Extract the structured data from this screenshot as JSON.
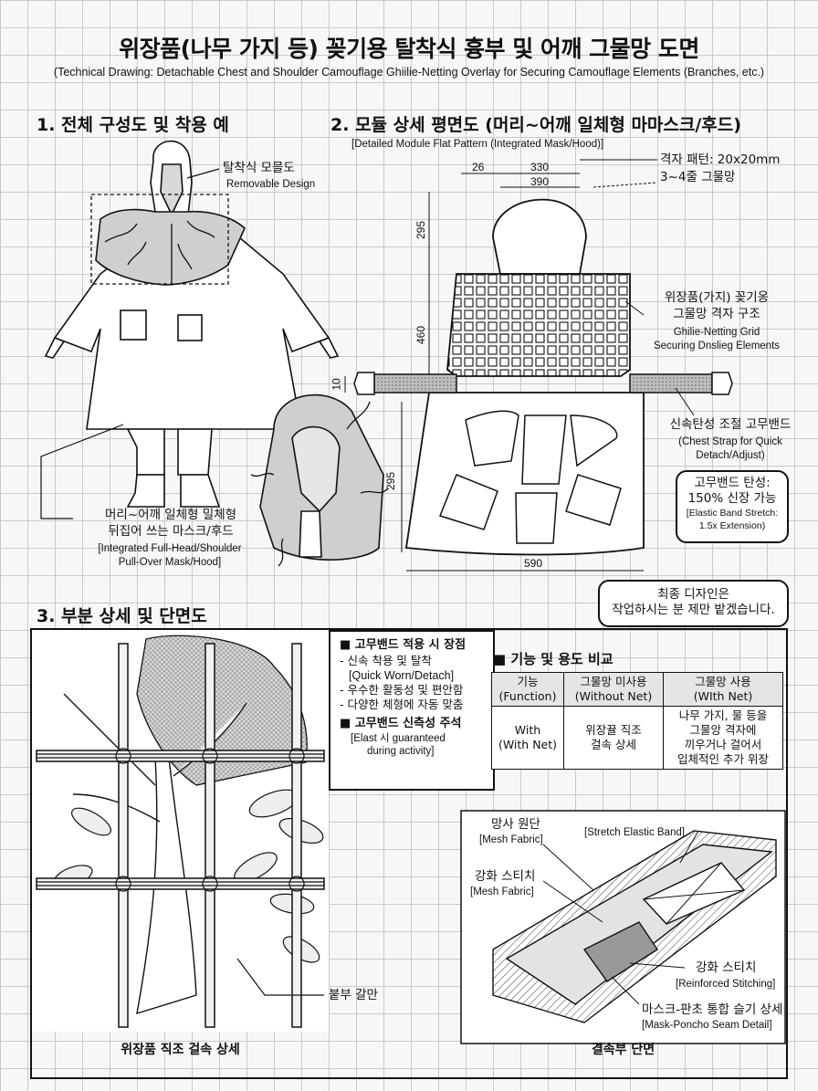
{
  "title": "위장품(나무 가지 등) 꽂기용 탈착식 흉부 및 어깨 그물망 도면",
  "subtitle": "(Technical Drawing: Detachable Chest and Shoulder Camouflage Ghiilie-Netting Overlay for Securing Camouflage Elements (Branches, etc.)",
  "section1": {
    "heading": "1. 전체 구성도 및 착용 예",
    "removable_ko": "탈착식 모믈도",
    "removable_en": "Removable Design",
    "mask_ko_1": "머리~어깨 일체형 밀체형",
    "mask_ko_2": "뒤집어 쓰는 마스크/후드",
    "mask_en_1": "[Integrated Full-Head/Shoulder",
    "mask_en_2": "Pull-Over Mask/Hood]"
  },
  "section2": {
    "heading": "2. 모듈 상세 평면도 (머리~어깨 일체형 마마스크/후드)",
    "subheading": "[Detailed Module Flat Pattern (Integrated Mask/Hood)]",
    "dim_26": "26",
    "dim_330": "330",
    "dim_390": "390",
    "dim_295": "295",
    "dim_460": "460",
    "dim_10": "10",
    "dim_295b": "295",
    "dim_590": "590",
    "grid_pattern": "격자 패턴: 20x20mm",
    "grid_rows": "3~4줄 그물망",
    "grid_ko_1": "위장품(가지) 꽂기옹",
    "grid_ko_2": "그물망 격자 구조",
    "grid_en_1": "Ghilie-Netting Grid",
    "grid_en_2": "Securing Dnslieg Elements",
    "strap_ko": "신속탄성 조절 고무밴드",
    "strap_en_1": "(Chest Strap for Quick",
    "strap_en_2": "Detach/Adjust)",
    "elastic_ko_1": "고무밴드 탄성:",
    "elastic_ko_2": "150% 신장 가능",
    "elastic_en_1": "[Elastic Band Stretch:",
    "elastic_en_2": "1.5x Extension)",
    "final_1": "최종 디자인은",
    "final_2": "작업하시는 분 제만 밭겠습니다."
  },
  "section3": {
    "heading": "3. 부분 상세 및 단면도",
    "advantages_title": "■ 고무밴드 적용 시 장점",
    "adv_items": [
      "- 신속 착용 및 탈착",
      "[Quick Worn/Detach]",
      "- 우수한 활동성 및 편안함",
      "- 다양한 체형에 자동 맞춤"
    ],
    "caution_title": "■ 고무밴드 신측성 주석",
    "caution_en_1": "[Elast 시 guaranteed",
    "caution_en_2": "during activity]",
    "knot_label": "붙부 갈만",
    "left_caption": "위장품 직조 걸속 상세",
    "table_title": "■ 기능 및 용도 비교",
    "table_headers": [
      [
        "기능",
        "(Function)"
      ],
      [
        "그물망 미사용",
        "(Without Net)"
      ],
      [
        "그물망 사용",
        "(WIth Net)"
      ]
    ],
    "table_row": [
      [
        "With",
        "(With Net)"
      ],
      [
        "위장뀰 직조",
        "걸속 상세"
      ],
      [
        "나무 가지, 물 등을",
        "그물앙 격자에",
        "끼우거나 걸어서",
        "입체적인 추가 위장"
      ]
    ],
    "mesh_ko": "망사 원단",
    "mesh_en": "[Mesh Fabric]",
    "stretch_band": "[Stretch Elastic Band]",
    "rein_ko": "강화 스티치",
    "rein_en_wrong": "[Mesh Fabric]",
    "rein2_ko": "강화 스티치",
    "rein2_en": "[Reinforced Stitching]",
    "seam_ko": "마스크-판초 통합 슬기 상세",
    "seam_en": "[Mask-Poncho Seam Detail]",
    "right_caption": "결속부 단면"
  },
  "colors": {
    "ink": "#111111",
    "grid": "#c9c9c9",
    "paper": "#f7f7f5",
    "mesh": "#bdbdbd"
  }
}
